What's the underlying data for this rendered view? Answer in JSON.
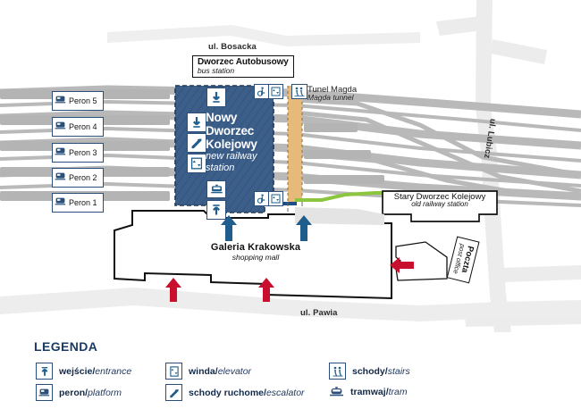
{
  "map": {
    "streets": [
      {
        "name": "ul. Bosacka",
        "label": "ul. Bosacka"
      },
      {
        "name": "ul. Pawia",
        "label": "ul. Pawia"
      },
      {
        "name": "ul. Lubicz",
        "label": "ul. Lubicz"
      }
    ],
    "bus_station": {
      "pl": "Dworzec Autobusowy",
      "en": "bus station"
    },
    "new_station": {
      "pl": "Nowy Dworzec Kolejowy",
      "pl_lines": [
        "Nowy",
        "Dworzec",
        "Kolejowy"
      ],
      "en_lines": [
        "new railway",
        "station"
      ]
    },
    "old_station": {
      "pl": "Stary Dworzec Kolejowy",
      "en": "old railway station"
    },
    "tunnel": {
      "pl": "Tunel Magda",
      "en": "Magda tunnel"
    },
    "mall": {
      "pl": "Galeria Krakowska",
      "en": "shopping mall"
    },
    "post_office": {
      "pl": "Poczta",
      "en": "post office"
    },
    "platforms": [
      {
        "label": "Peron 5",
        "icon": "platform-icon"
      },
      {
        "label": "Peron 4",
        "icon": "platform-icon"
      },
      {
        "label": "Peron 3",
        "icon": "platform-icon"
      },
      {
        "label": "Peron 2",
        "icon": "platform-icon"
      },
      {
        "label": "Peron 1",
        "icon": "platform-icon"
      }
    ],
    "station_icons": [
      "entrance-icon",
      "escalator-icon",
      "elevator-icon",
      "tram-icon"
    ],
    "access_icons": [
      "wheelchair-icon",
      "elevator-icon"
    ],
    "tunnel_icon": "stairs-icon",
    "arrows": {
      "entrance_arrow_color": "#1f5d8c",
      "mall_arrow_color": "#c8102e",
      "count_blue": 3,
      "count_red": 3
    },
    "colors": {
      "station_fill": "#3d5f8a",
      "tunnel_fill": "#e7b97a",
      "track_gray": "#b8b8b8",
      "road_gray": "#e9e9e9",
      "path_green": "#8cc63f",
      "path_blue": "#1c4f87",
      "legend_title": "#1b3b63"
    }
  },
  "legend": {
    "title": "LEGENDA",
    "items": [
      {
        "icon": "entrance-icon",
        "pl": "wejście",
        "sep": "/",
        "en": "entrance"
      },
      {
        "icon": "platform-icon",
        "pl": "peron",
        "sep": "/",
        "en": "platform"
      },
      {
        "icon": "elevator-icon",
        "pl": "winda",
        "sep": "/",
        "en": "elevator"
      },
      {
        "icon": "escalator-icon",
        "pl": "schody ruchome",
        "sep": "/",
        "en": "escalator"
      },
      {
        "icon": "stairs-icon",
        "pl": "schody",
        "sep": "/",
        "en": "stairs"
      },
      {
        "icon": "tram-icon",
        "pl": "tramwaj",
        "sep": "/",
        "en": "tram"
      }
    ]
  }
}
